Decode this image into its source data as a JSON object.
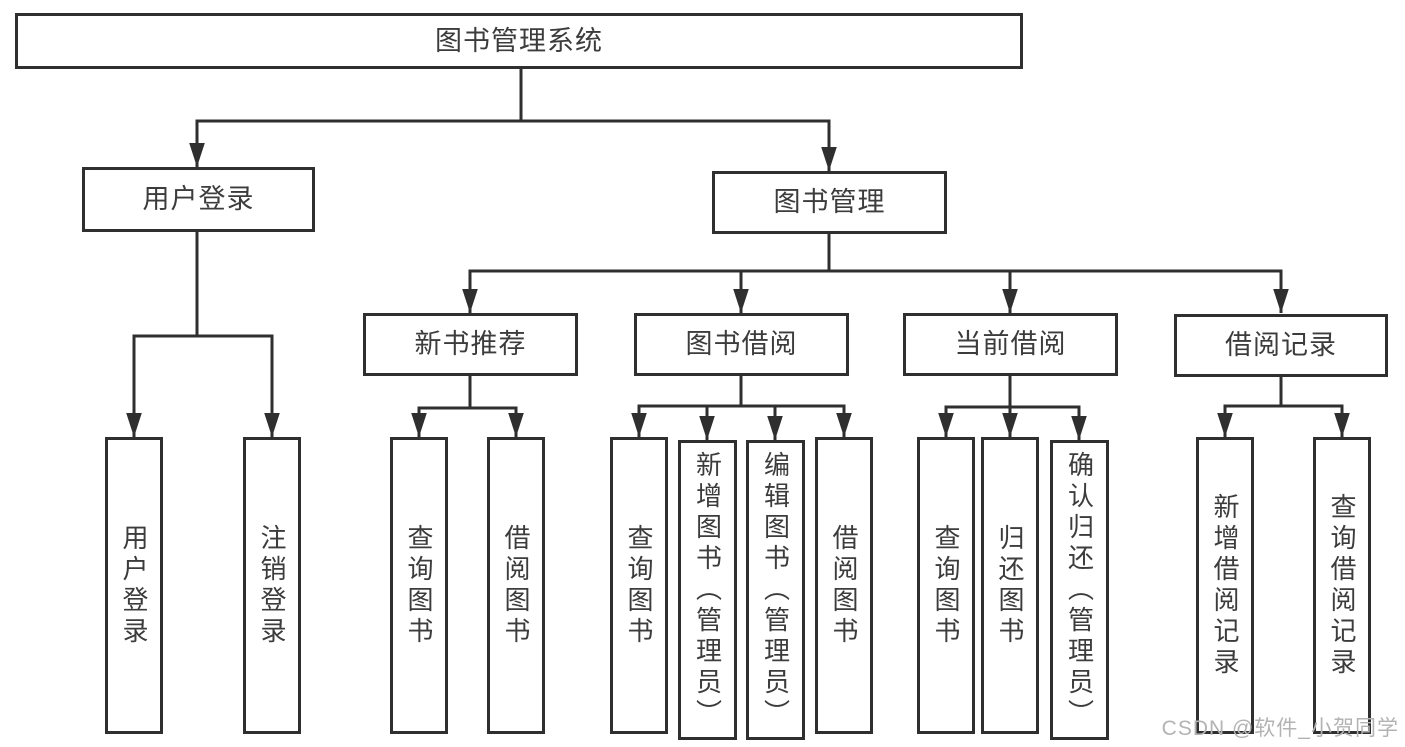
{
  "diagram": {
    "title": "图书管理系统",
    "branches": [
      {
        "label": "用户登录",
        "children": [
          {
            "label": "用户登录"
          },
          {
            "label": "注销登录"
          }
        ]
      },
      {
        "label": "图书管理",
        "children": [
          {
            "label": "新书推荐",
            "children": [
              {
                "label": "查询图书"
              },
              {
                "label": "借阅图书"
              }
            ]
          },
          {
            "label": "图书借阅",
            "children": [
              {
                "label": "查询图书"
              },
              {
                "label": "新增图书（管理员）"
              },
              {
                "label": "编辑图书（管理员）"
              },
              {
                "label": "借阅图书"
              }
            ]
          },
          {
            "label": "当前借阅",
            "children": [
              {
                "label": "查询图书"
              },
              {
                "label": "归还图书"
              },
              {
                "label": "确认归还（管理员）"
              }
            ]
          },
          {
            "label": "借阅记录",
            "children": [
              {
                "label": "新增借阅记录"
              },
              {
                "label": "查询借阅记录"
              }
            ]
          }
        ]
      }
    ]
  },
  "watermark": "CSDN @软件_小贺同学",
  "colors": {
    "line": "#2f2f2f",
    "text": "#3c3c3c",
    "watermark": "#b3b3b3",
    "background": "#ffffff"
  }
}
